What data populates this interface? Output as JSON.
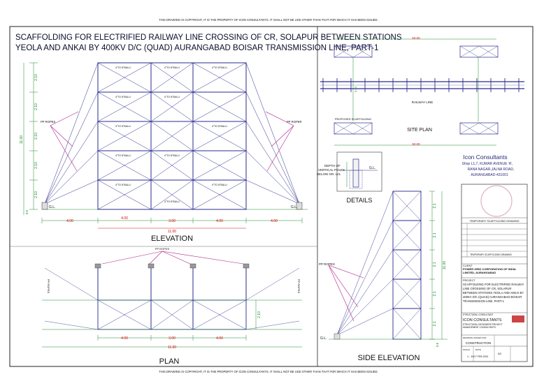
{
  "top_note": "THIS DRAWING IS COPYRIGHT, IT IS THE PROPERTY OF ICON CONSULTANTS. IT SHALL NOT BE USE OTHER THAN THAT FOR WHICH IT HAS BEEN ISSUED.",
  "bottom_note": "THIS DRAWING IS COPYRIGHT, IT IS THE PROPERTY OF ICON CONSULTANTS. IT SHALL NOT BE USE OTHER THAN THAT FOR WHICH IT HAS BEEN ISSUED.",
  "title_line1": "SCAFFOLDING FOR ELECTRIFIED RAILWAY LINE CROSSING OF CR, SOLAPUR BETWEEN STATIONS",
  "title_line2": "YEOLA AND ANKAI BY 400KV D/C (QUAD) AURANGABAD BOISAR TRANSMISSION LINE, PART-1",
  "elevation": {
    "label": "ELEVATION",
    "pp_ropes": "PP ROPES",
    "pp_roper": "PP ROPER",
    "gl": "G.L.",
    "ballies_top": "4\"TO 8\"BALLI",
    "ballies_mid": "4\"TO 8\"BALLI",
    "left_dims": [
      "2.10",
      "2.10",
      "2.10",
      "2.10",
      "2.10"
    ],
    "left_total": "11.00",
    "left_small": "0.6",
    "bottom_dims": [
      "4.00",
      "4.00",
      "3.00",
      "4.00",
      "4.00"
    ],
    "bottom_total": "11.00"
  },
  "plan": {
    "label": "PLAN",
    "pp_ropes": "PP ROPES",
    "left_rope": "PP ROPES",
    "right_rope": "PP ROPES",
    "depth": "2.10",
    "bottom_dims": [
      "4.00",
      "3.00",
      "4.00"
    ],
    "bottom_total": "11.00"
  },
  "site_plan": {
    "label": "SITE PLAN",
    "railway_line": "RAILWAY LINE",
    "proposed_scaffolding": "PROPOSED SCAFFOLDING",
    "top_dim": "50.00",
    "bottom_dim": "50.00",
    "side_dim": "5.00"
  },
  "details": {
    "label": "DETAILS",
    "depth_text_1": "DEPTH OF",
    "depth_text_2": "VERTICAL POLES",
    "depth_text_3": "BELOW GR. LVL",
    "gl": "G.L."
  },
  "side_elevation": {
    "label": "SIDE ELEVATION",
    "pp_ropes": "PP ROPES",
    "gl": "G.L.",
    "dims": [
      "2.1",
      "2.1",
      "2.1",
      "2.1",
      "2.1"
    ],
    "total": "11.00",
    "small": "0.6"
  },
  "stamp": {
    "company": "Icon Consultants",
    "line1": "Shop L1,7, KUMAR AVENUE 'A',",
    "line2": "RANA NAGAR,JALNA ROAD,",
    "line3": "AURANGABAD-431001"
  },
  "title_block": {
    "revision_header": "TEMPORARY SCAFFOLDING DRAWING",
    "revision_line": "TEMPORARY SCAFFOLDING DRAWING",
    "client_label": "CLIENT",
    "client": "POWER GRID CORPORATION OF INDIA LIMITED, AURANGABAD",
    "project_label": "PROJECT",
    "project": "SCAFFOLDING FOR ELECTRIFIED RAILWAY LINE CROSSING OF CR, SOLAPUR BETWEEN STATIONS YEOLA AND ANKAI BY 400KV D/C (QUAD) AURANGABAD BOISAR TRANSMISSION LINE, PART-1",
    "consultant_label": "STRUCTURAL CONSULTANT",
    "consultant": "ICON CONSULTANTS",
    "consultant_sub": "STRUCTURAL DESIGNERS PROJECT MANAGEMENT CONSULTANTS",
    "status_label": "DRAWING ISSUED FOR",
    "status": "CONSTRUCTION",
    "scale_label": "SCALE",
    "scale": "1 : 100",
    "date_label": "DATE",
    "date": "7 FEB 2021",
    "sheet": "A3"
  },
  "colors": {
    "structure": "#2b2b8f",
    "dimension": "#d01010",
    "grid": "#1b8a2b",
    "rope": "#b0208a"
  }
}
